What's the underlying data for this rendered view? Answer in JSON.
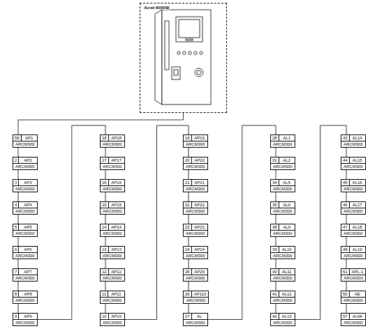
{
  "diagram": {
    "nodes": [
      {
        "text": [
          "Acrel-6000/B"
        ]
      },
      {
        "text": [
          "59",
          "AP1",
          "ARCM300"
        ]
      },
      {
        "text": [
          "2",
          "AP2",
          "ARCM300"
        ]
      },
      {
        "text": [
          "3",
          "AP3",
          "ARCM300"
        ]
      },
      {
        "text": [
          "4",
          "AP4",
          "ARCM300"
        ]
      },
      {
        "text": [
          "5",
          "AP5",
          "ARCM300"
        ]
      },
      {
        "text": [
          "6",
          "AP6",
          "ARCM300"
        ]
      },
      {
        "text": [
          "7",
          "AP7",
          "ARCM300"
        ]
      },
      {
        "text": [
          "8",
          "AP8",
          "ARCM300"
        ]
      },
      {
        "text": [
          "9",
          "AP9",
          "ARCM300"
        ]
      },
      {
        "text": [
          "18",
          "AP18",
          "ARCM300"
        ]
      },
      {
        "text": [
          "17",
          "AP17",
          "ARCM300"
        ]
      },
      {
        "text": [
          "16",
          "AP16",
          "ARCM300"
        ]
      },
      {
        "text": [
          "15",
          "AP15",
          "ARCM300"
        ]
      },
      {
        "text": [
          "14",
          "AP14",
          "ARCM300"
        ]
      },
      {
        "text": [
          "13",
          "AP13",
          "ARCM300"
        ]
      },
      {
        "text": [
          "12",
          "AP12",
          "ARCM300"
        ]
      },
      {
        "text": [
          "11",
          "AP11",
          "ARCM300"
        ]
      },
      {
        "text": [
          "10",
          "AP10",
          "ARCM300"
        ]
      },
      {
        "text": [
          "19",
          "AP19",
          "ARCM300"
        ]
      },
      {
        "text": [
          "20",
          "AP20",
          "ARCM300"
        ]
      },
      {
        "text": [
          "21",
          "AP21",
          "ARCM300"
        ]
      },
      {
        "text": [
          "22",
          "AP22",
          "ARCM300"
        ]
      },
      {
        "text": [
          "23",
          "AP23",
          "ARCM300"
        ]
      },
      {
        "text": [
          "24",
          "AP24",
          "ARCM300"
        ]
      },
      {
        "text": [
          "25",
          "AP25",
          "ARCM300"
        ]
      },
      {
        "text": [
          "26",
          "AP110",
          "ARCM300"
        ]
      },
      {
        "text": [
          "27",
          "AL",
          "ARCM300"
        ]
      },
      {
        "text": [
          "28",
          "AL1",
          "ARCM300"
        ]
      },
      {
        "text": [
          "31",
          "AL2",
          "ARCM300"
        ]
      },
      {
        "text": [
          "34",
          "AL5",
          "ARCM300"
        ]
      },
      {
        "text": [
          "35",
          "AL6",
          "ARCM300"
        ]
      },
      {
        "text": [
          "38",
          "AL9",
          "ARCM300"
        ]
      },
      {
        "text": [
          "39",
          "AL10",
          "ARCM300"
        ]
      },
      {
        "text": [
          "40",
          "AL11",
          "ARCM300"
        ]
      },
      {
        "text": [
          "41",
          "AL12",
          "ARCM300"
        ]
      },
      {
        "text": [
          "42",
          "AL13",
          "ARCM300"
        ]
      },
      {
        "text": [
          "43",
          "AL14",
          "ARCM300"
        ]
      },
      {
        "text": [
          "44",
          "AL15",
          "ARCM300"
        ]
      },
      {
        "text": [
          "45",
          "AL16",
          "ARCM300"
        ]
      },
      {
        "text": [
          "46",
          "AL17",
          "ARCM300"
        ]
      },
      {
        "text": [
          "47",
          "AL18",
          "ARCM300"
        ]
      },
      {
        "text": [
          "48",
          "AL19",
          "ARCM300"
        ]
      },
      {
        "text": [
          "51",
          "APL-1",
          "ARCM300"
        ]
      },
      {
        "text": [
          "50",
          "AE",
          "ARCM300"
        ]
      },
      {
        "text": [
          "57",
          "AL6#",
          "ARCM300"
        ]
      }
    ],
    "edges": [
      {
        "from": 0,
        "to": 1,
        "arrow": "none"
      },
      {
        "from": 1,
        "to": 2,
        "arrow": "none"
      },
      {
        "from": 2,
        "to": 3,
        "arrow": "none"
      },
      {
        "from": 3,
        "to": 4,
        "arrow": "none"
      },
      {
        "from": 4,
        "to": 5,
        "arrow": "none"
      },
      {
        "from": 5,
        "to": 6,
        "arrow": "none"
      },
      {
        "from": 6,
        "to": 7,
        "arrow": "none"
      },
      {
        "from": 7,
        "to": 8,
        "arrow": "none"
      },
      {
        "from": 8,
        "to": 9,
        "arrow": "none"
      },
      {
        "from": 9,
        "to": 10,
        "arrow": "none"
      },
      {
        "from": 10,
        "to": 11,
        "arrow": "none"
      },
      {
        "from": 11,
        "to": 12,
        "arrow": "none"
      },
      {
        "from": 12,
        "to": 13,
        "arrow": "none"
      },
      {
        "from": 13,
        "to": 14,
        "arrow": "none"
      },
      {
        "from": 14,
        "to": 15,
        "arrow": "none"
      },
      {
        "from": 15,
        "to": 16,
        "arrow": "none"
      },
      {
        "from": 16,
        "to": 17,
        "arrow": "none"
      },
      {
        "from": 17,
        "to": 18,
        "arrow": "none"
      },
      {
        "from": 18,
        "to": 19,
        "arrow": "none"
      },
      {
        "from": 19,
        "to": 20,
        "arrow": "none"
      },
      {
        "from": 20,
        "to": 21,
        "arrow": "none"
      },
      {
        "from": 21,
        "to": 22,
        "arrow": "none"
      },
      {
        "from": 22,
        "to": 23,
        "arrow": "none"
      },
      {
        "from": 23,
        "to": 24,
        "arrow": "none"
      },
      {
        "from": 24,
        "to": 25,
        "arrow": "none"
      },
      {
        "from": 25,
        "to": 26,
        "arrow": "none"
      },
      {
        "from": 26,
        "to": 27,
        "arrow": "none"
      },
      {
        "from": 27,
        "to": 28,
        "arrow": "none"
      },
      {
        "from": 28,
        "to": 29,
        "arrow": "none"
      },
      {
        "from": 29,
        "to": 30,
        "arrow": "none"
      },
      {
        "from": 30,
        "to": 31,
        "arrow": "none"
      },
      {
        "from": 31,
        "to": 32,
        "arrow": "none"
      },
      {
        "from": 32,
        "to": 33,
        "arrow": "none"
      },
      {
        "from": 33,
        "to": 34,
        "arrow": "none"
      },
      {
        "from": 34,
        "to": 35,
        "arrow": "none"
      },
      {
        "from": 35,
        "to": 36,
        "arrow": "none"
      },
      {
        "from": 36,
        "to": 37,
        "arrow": "none"
      },
      {
        "from": 37,
        "to": 38,
        "arrow": "none"
      },
      {
        "from": 38,
        "to": 39,
        "arrow": "none"
      },
      {
        "from": 39,
        "to": 40,
        "arrow": "none"
      },
      {
        "from": 40,
        "to": 41,
        "arrow": "none"
      },
      {
        "from": 41,
        "to": 42,
        "arrow": "none"
      },
      {
        "from": 42,
        "to": 43,
        "arrow": "none"
      },
      {
        "from": 43,
        "to": 44,
        "arrow": "none"
      },
      {
        "from": 44,
        "to": 45,
        "arrow": "none"
      }
    ]
  }
}
